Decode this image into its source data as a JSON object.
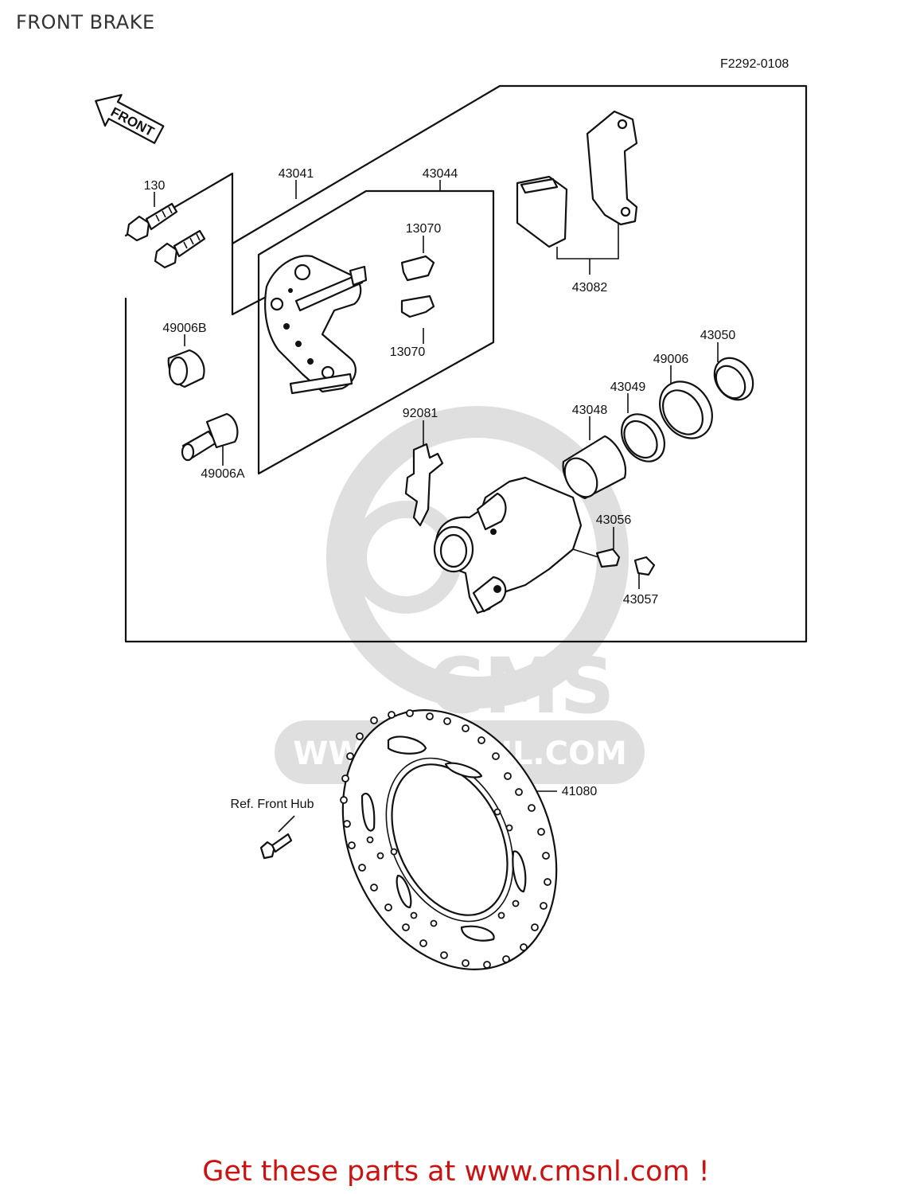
{
  "title": "FRONT BRAKE",
  "figure_code": "F2292-0108",
  "direction_label": "FRONT",
  "watermark": {
    "brand": "CMS",
    "site": "WWW.CMSNL.COM"
  },
  "parts": {
    "p130": "130",
    "p43041": "43041",
    "p43044": "43044",
    "p13070a": "13070",
    "p13070b": "13070",
    "p43082": "43082",
    "p43050": "43050",
    "p49006": "49006",
    "p43049": "43049",
    "p43048": "43048",
    "p49006b": "49006B",
    "p49006a": "49006A",
    "p92081": "92081",
    "p43056": "43056",
    "p43057": "43057",
    "p41080": "41080",
    "ref_hub": "Ref. Front Hub"
  },
  "footer": {
    "cta": "Get these parts at www.cmsnl.com !"
  },
  "colors": {
    "line": "#111111",
    "footer": "#cc1111",
    "watermark": "#d9d9d9"
  }
}
